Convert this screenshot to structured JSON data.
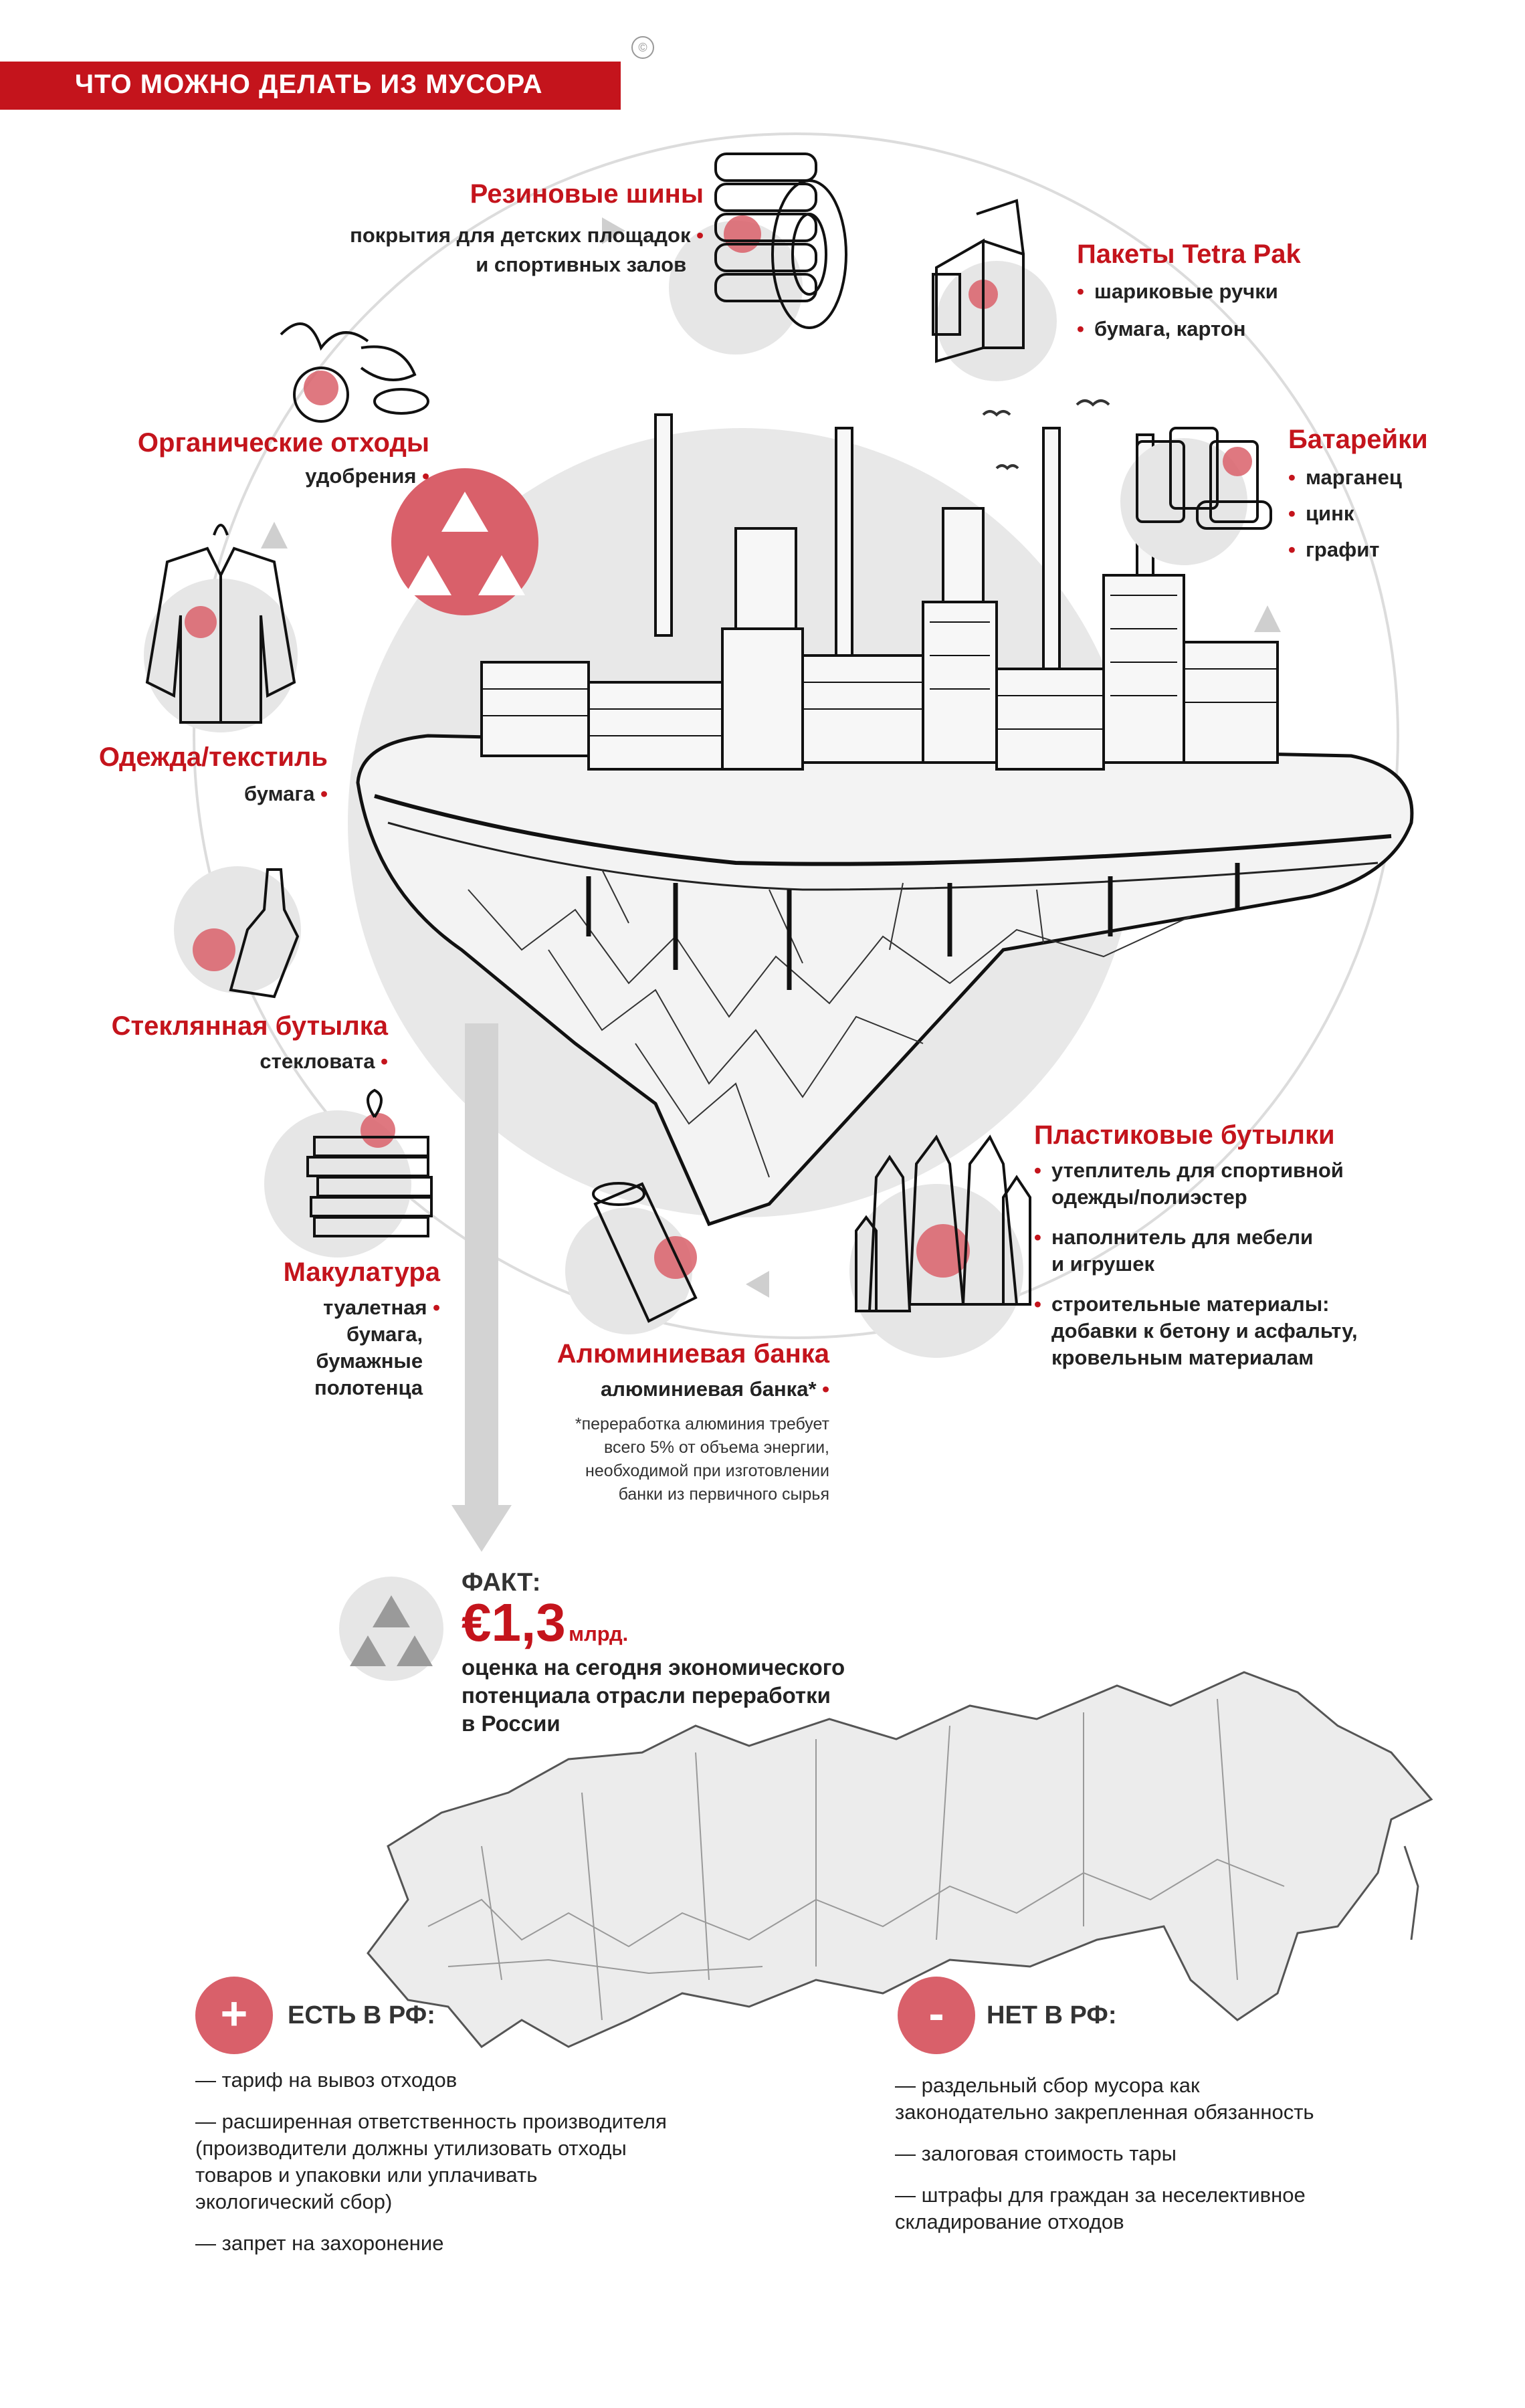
{
  "header": {
    "title": "ЧТО МОЖНО ДЕЛАТЬ ИЗ МУСОРА",
    "copyright": "©"
  },
  "items": {
    "tires": {
      "title": "Резиновые шины",
      "lines": [
        "покрытия для детских площадок",
        "и спортивных залов"
      ]
    },
    "tetrapak": {
      "title": "Пакеты Tetra Pak",
      "uses": [
        "шариковые ручки",
        "бумага, картон"
      ]
    },
    "batteries": {
      "title": "Батарейки",
      "uses": [
        "марганец",
        "цинк",
        "графит"
      ]
    },
    "organic": {
      "title": "Органические отходы",
      "uses": [
        "удобрения"
      ]
    },
    "clothes": {
      "title": "Одежда/текстиль",
      "uses": [
        "бумага"
      ]
    },
    "glass": {
      "title": "Стеклянная бутылка",
      "uses": [
        "стекловата"
      ]
    },
    "paper": {
      "title": "Макулатура",
      "lines": [
        "туалетная",
        "бумага,",
        "бумажные",
        "полотенца"
      ]
    },
    "aluminium": {
      "title": "Алюминиевая банка",
      "use": "алюминиевая банка*",
      "note": [
        "*переработка алюминия требует",
        "всего 5% от объема энергии,",
        "необходимой при изготовлении",
        "банки из первичного сырья"
      ]
    },
    "plastic": {
      "title": "Пластиковые бутылки",
      "uses": [
        [
          "утеплитель для спортивной",
          "одежды/полиэстер"
        ],
        [
          "наполнитель для мебели",
          "и игрушек"
        ],
        [
          "строительные материалы:",
          "добавки к бетону и асфальту,",
          "кровельным материалам"
        ]
      ]
    }
  },
  "fact": {
    "label": "ФАКТ:",
    "value": "€1,3",
    "unit": "млрд.",
    "description": [
      "оценка на сегодня экономического",
      "потенциала отрасли переработки",
      "в России"
    ]
  },
  "present": {
    "symbol": "+",
    "title": "ЕСТЬ В РФ:",
    "items": [
      [
        "— тариф на вывоз отходов"
      ],
      [
        "— расширенная ответственность производителя",
        "(производители должны утилизовать отходы",
        "товаров и упаковки или уплачивать",
        "экологический сбор)"
      ],
      [
        "— запрет на захоронение"
      ]
    ]
  },
  "absent": {
    "symbol": "-",
    "title": "НЕТ В РФ:",
    "items": [
      [
        "— раздельный сбор мусора как",
        "законодательно закрепленная обязанность"
      ],
      [
        "— залоговая стоимость тары"
      ],
      [
        "— штрафы для граждан за неселективное",
        "складирование отходов"
      ]
    ]
  },
  "colors": {
    "accent": "#c4141c",
    "accent_light": "#d9606a",
    "grey_circle": "#e6e6e6"
  }
}
